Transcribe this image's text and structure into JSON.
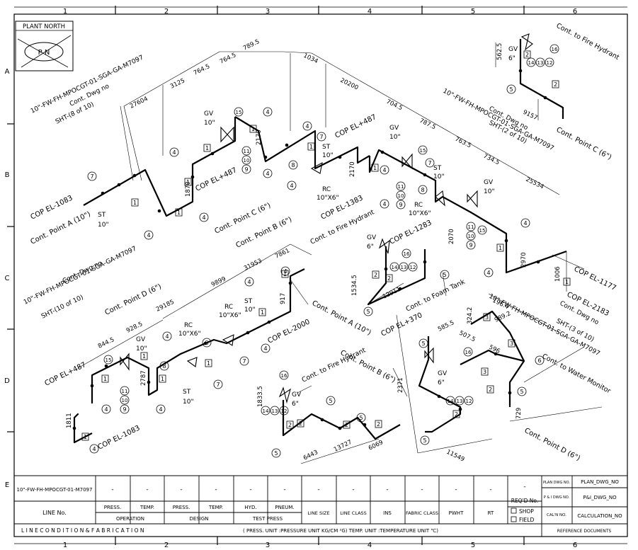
{
  "grid": {
    "columns": [
      "1",
      "2",
      "3",
      "4",
      "5",
      "6"
    ],
    "rows": [
      "A",
      "B",
      "C",
      "D",
      "E"
    ]
  },
  "north": {
    "title": "PLANT NORTH",
    "symbol": "P N"
  },
  "labels": {
    "dwg_a": "10\"-FW-FH-MPOCGT-01-SGA-GA-M7097",
    "sht_8": "SHT-(8 of 10)",
    "sht_2": "SHT-(2 of 10)",
    "sht_10": "SHT-(10 of 10)",
    "sht_3": "SHT-(3 of 10)",
    "cont_dwg": "Cont. Dwg no",
    "cont_fire": "Cont. to Fire Hydrant",
    "cont_foam": "Cont. to Foam Tank",
    "cont_water": "Cont. to Water Monitor",
    "cont_a": "Cont. Point A (10\")",
    "cont_b": "Cont. Point B (6\")",
    "cont_c": "Cont. Point C (6\")",
    "cont_d": "Cont. Point D (6\")",
    "cop_1083": "COP EL-1083",
    "cop_487": "COP EL+487",
    "cop_1383": "COP EL-1383",
    "cop_1283": "COP EL-1283",
    "cop_1177": "COP EL-1177",
    "cop_2183": "COP EL-2183",
    "cop_2000": "COP EL-2000",
    "cop_370": "COP EL+370",
    "gv": "GV",
    "st": "ST",
    "rc": "RC",
    "s10": "10\"",
    "s6": "6\"",
    "s10x6": "10\"X6\"",
    "n1": "1",
    "n2": "2",
    "n3": "3",
    "n4": "4",
    "n5": "5",
    "n6": "6",
    "n7": "7",
    "n8": "8",
    "n9": "9",
    "n10": "10",
    "n11": "11",
    "n12": "12",
    "n13": "13",
    "n14": "14",
    "n15": "15",
    "n16": "16"
  },
  "dims": {
    "d27604": "27604",
    "d3125": "3125",
    "d764_5": "764.5",
    "d789_5": "789.5",
    "d1034": "1034",
    "d20200": "20200",
    "d704_5": "704.5",
    "d787_5": "787.5",
    "d763_5": "763.5",
    "d734_5": "734.5",
    "d25534": "25534",
    "d1870": "1870",
    "d2170": "2170",
    "d2070": "2070",
    "d562_5": "562.5",
    "d9157": "9157",
    "d1534_5": "1534.5",
    "d12911": "12911",
    "d2970": "2970",
    "d1006": "1006",
    "d9899": "9899",
    "d31953": "31953",
    "d7861": "7861",
    "d29185": "29185",
    "d844_5": "844.5",
    "d928_5": "928.5",
    "d917": "917",
    "d1811": "1811",
    "d2787": "2787",
    "d1833_5": "1833.5",
    "d6443": "6443",
    "d13727": "13727",
    "d6069": "6069",
    "d196_4": "196.4",
    "d324_2": "324.2",
    "d989_2": "989.2",
    "d585_5": "585.5",
    "d507_5": "507.5",
    "d596": "596",
    "d2371": "2371",
    "d729": "729",
    "d11549": "11549"
  },
  "table": {
    "line_no": "10\"-FW-FH-MPOCGT-01-M7097",
    "dash": "-",
    "press": "PRESS.",
    "temp": "TEMP.",
    "hyd": "HYD.",
    "pneum": "PNEUM.",
    "line_size": "LINE SIZE",
    "line_class": "LINE CLASS",
    "ins": "INS",
    "fabric_class": "FABRIC CLASS",
    "pwht": "PWHT",
    "rt": "RT",
    "line_no_label": "LINE No.",
    "operation": "OPERATION",
    "design": "DESIGN",
    "test_press": "TEST PRESS",
    "reqd_no": "REQ'D No.",
    "shop": "SHOP",
    "field": "FIELD",
    "footer_left": "L I N E   C O N D I T I O N   &   F A B R I C A T I O N",
    "footer_units": "( PRESS. UNIT :PRESSURE UNIT KG/CM ²G)      TEMP. UNIT :TEMPERATURE UNIT ℃)",
    "plan_dwg_no": "PLAN DWG NO.",
    "plan_dwg_val": "PLAN_DWG_NO",
    "pid_dwg_no": "P & I DWG NO.",
    "pid_dwg_val": "P&I_DWG_NO",
    "caln_no": "CAL'N NO.",
    "caln_val": "CALCULATION_NO",
    "ref_docs": "REFERENCE DOCUMENTS"
  }
}
